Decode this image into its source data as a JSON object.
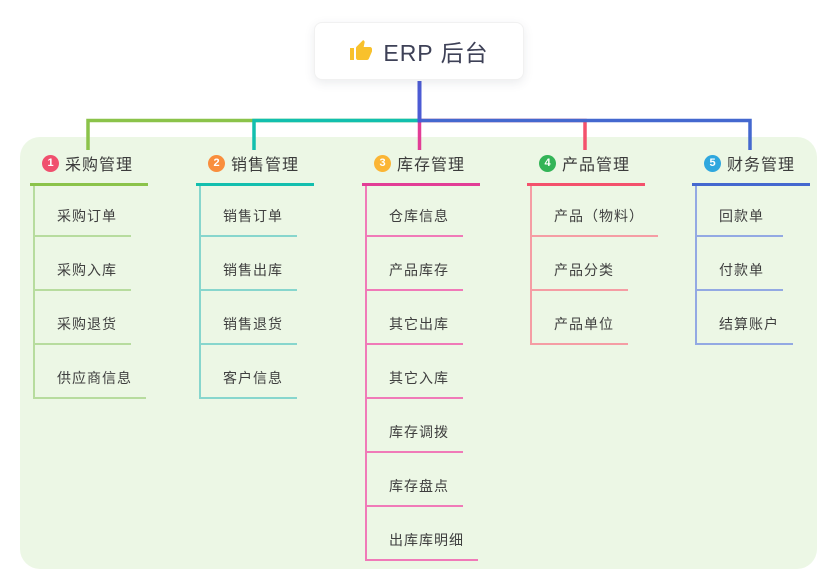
{
  "page": {
    "background": "#ffffff",
    "panel_color": "#ecf7e5"
  },
  "root": {
    "label": "ERP 后台",
    "icon": "thumbs-up-icon",
    "icon_color": "#f8c12c",
    "line_color": "#4c5bd4"
  },
  "branches": [
    {
      "badge_number": "1",
      "title": "采购管理",
      "color": "#8bc34a",
      "light_color": "#b7dc9e",
      "badge_color": "#f0506e",
      "items": [
        "采购订单",
        "采购入库",
        "采购退货",
        "供应商信息"
      ]
    },
    {
      "badge_number": "2",
      "title": "销售管理",
      "color": "#12bfae",
      "light_color": "#87d6cd",
      "badge_color": "#f98e3d",
      "items": [
        "销售订单",
        "销售出库",
        "销售退货",
        "客户信息"
      ]
    },
    {
      "badge_number": "3",
      "title": "库存管理",
      "color": "#e23d96",
      "light_color": "#f07ab8",
      "badge_color": "#fbb535",
      "items": [
        "仓库信息",
        "产品库存",
        "其它出库",
        "其它入库",
        "库存调拨",
        "库存盘点",
        "出库库明细"
      ]
    },
    {
      "badge_number": "4",
      "title": "产品管理",
      "color": "#f4516c",
      "light_color": "#f59da4",
      "badge_color": "#33b457",
      "items": [
        "产品（物料）",
        "产品分类",
        "产品单位"
      ]
    },
    {
      "badge_number": "5",
      "title": "财务管理",
      "color": "#4468cf",
      "light_color": "#93a9e3",
      "badge_color": "#2fa7de",
      "items": [
        "回款单",
        "付款单",
        "结算账户"
      ]
    }
  ]
}
